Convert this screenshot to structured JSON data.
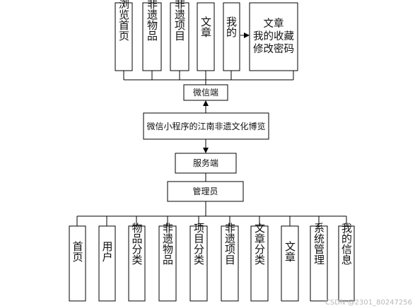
{
  "top_row": [
    {
      "id": "browse-home",
      "label": "浏览首页"
    },
    {
      "id": "heritage-items",
      "label": "非遗物品"
    },
    {
      "id": "heritage-projects",
      "label": "非遗项目"
    },
    {
      "id": "articles",
      "label": "文章"
    },
    {
      "id": "mine",
      "label": "我的"
    }
  ],
  "top_right_box": {
    "lines": [
      "文章",
      "我的收藏",
      "修改密码"
    ]
  },
  "wechat_label": "微信端",
  "mini_program_label": "微信小程序的江南非遗文化博览",
  "server_label": "服务端",
  "admin_label": "管理员",
  "bottom_row": [
    {
      "id": "home",
      "label": "首页"
    },
    {
      "id": "users",
      "label": "用户"
    },
    {
      "id": "item-categories",
      "label": "物品分类"
    },
    {
      "id": "heritage-items",
      "label": "非遗物品"
    },
    {
      "id": "project-categories",
      "label": "项目分类"
    },
    {
      "id": "heritage-projects",
      "label": "非遗项目"
    },
    {
      "id": "article-categories",
      "label": "文章分类"
    },
    {
      "id": "articles",
      "label": "文章"
    },
    {
      "id": "system-management",
      "label": "系统管理"
    },
    {
      "id": "my-info",
      "label": "我的信息"
    }
  ],
  "watermark": "CSDN @2301_80247256"
}
